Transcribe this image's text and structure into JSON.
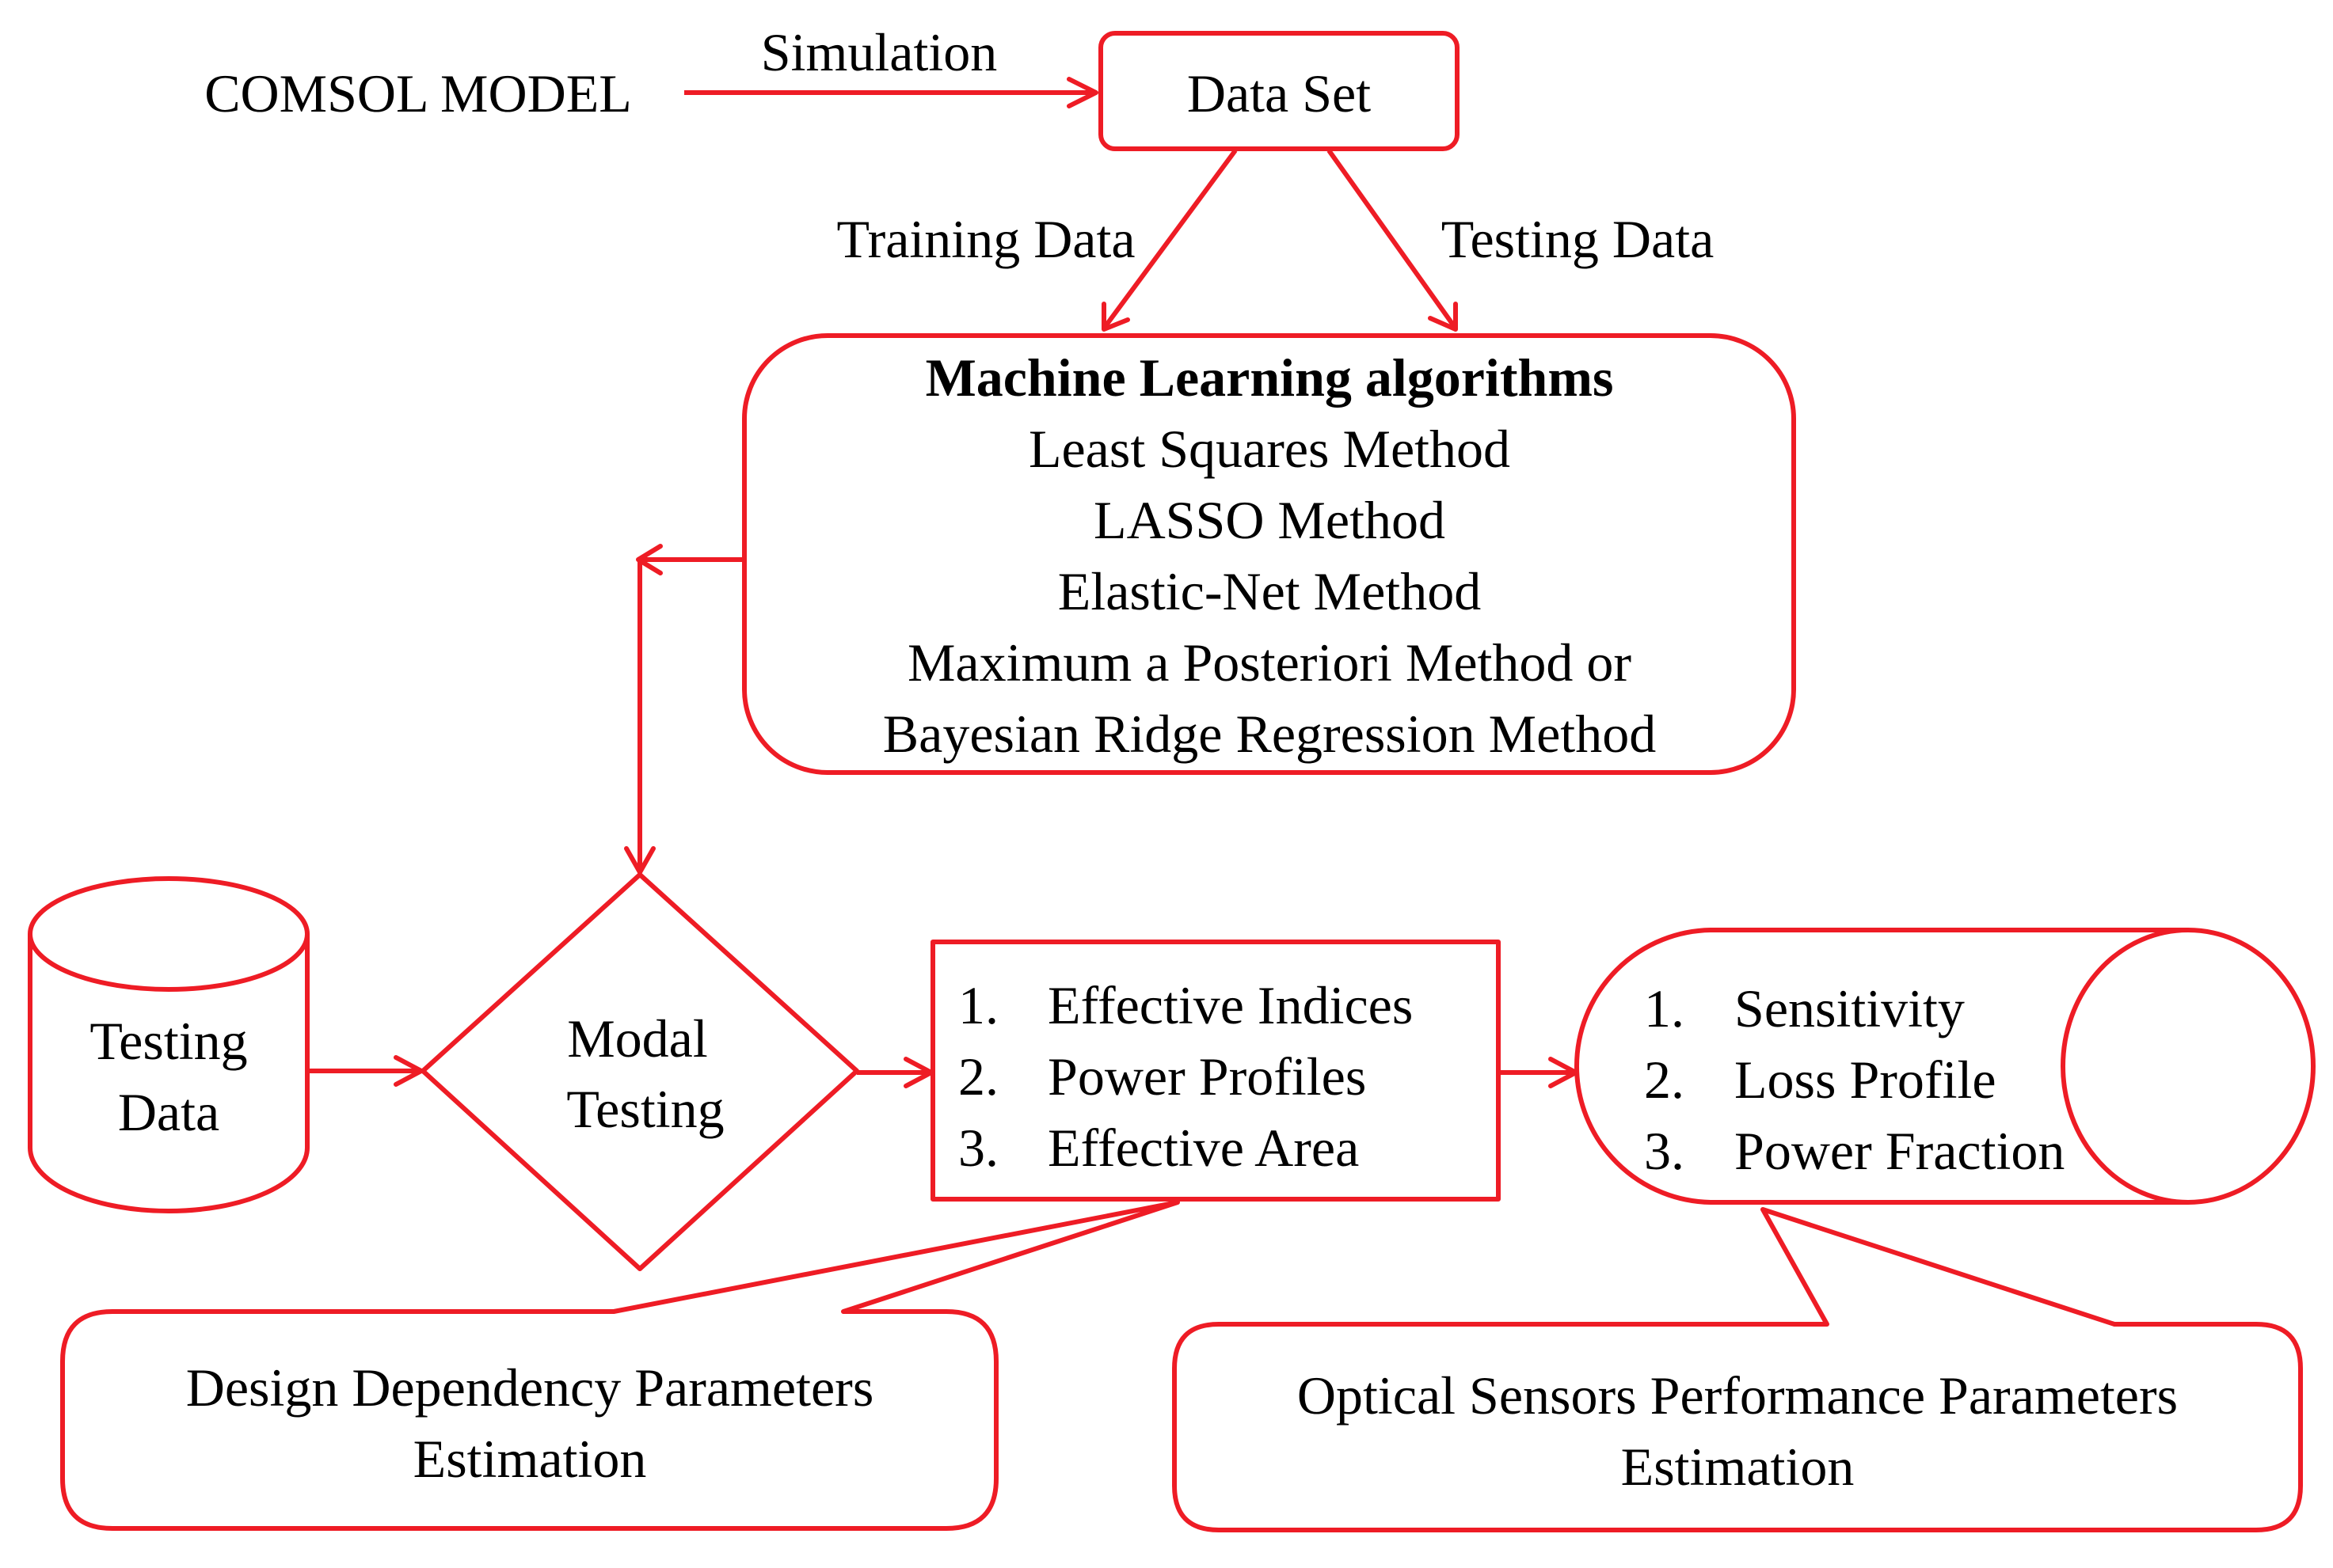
{
  "accent_color": "#ee1c25",
  "source_label": "COMSOL MODEL",
  "edges": {
    "simulation": "Simulation",
    "training": "Training Data",
    "testing": "Testing Data"
  },
  "dataset": {
    "label": "Data Set"
  },
  "ml": {
    "title": "Machine Learning algorithms",
    "methods": [
      "Least Squares Method",
      "LASSO Method",
      "Elastic-Net Method",
      "Maximum a Posteriori Method or",
      "Bayesian Ridge Regression Method"
    ]
  },
  "testing_db": {
    "lines": [
      "Testing",
      "Data"
    ]
  },
  "modal": {
    "lines": [
      "Modal",
      "Testing"
    ]
  },
  "design_outputs": {
    "items": [
      {
        "num": "1.",
        "label": "Effective Indices"
      },
      {
        "num": "2.",
        "label": "Power Profiles"
      },
      {
        "num": "3.",
        "label": "Effective Area"
      }
    ]
  },
  "sensor_outputs": {
    "items": [
      {
        "num": "1.",
        "label": "Sensitivity"
      },
      {
        "num": "2.",
        "label": "Loss Profile"
      },
      {
        "num": "3.",
        "label": "Power Fraction"
      }
    ]
  },
  "callout_design": {
    "lines": [
      "Design Dependency Parameters",
      "Estimation"
    ]
  },
  "callout_optical": {
    "lines": [
      "Optical Sensors Performance Parameters",
      "Estimation"
    ]
  }
}
